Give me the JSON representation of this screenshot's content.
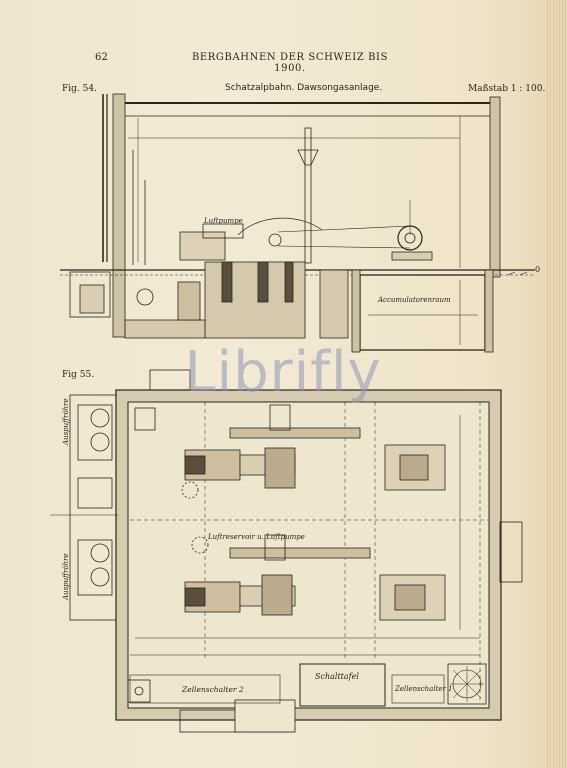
{
  "header": {
    "page_number": "62",
    "running_title": "BERGBAHNEN DER SCHWEIZ BIS 1900."
  },
  "fig54": {
    "label": "Fig. 54.",
    "caption": "Schatzalpbahn. Dawsongasanlage.",
    "scale": "Maßstab 1 : 100.",
    "labels": {
      "air_pump": "Luftpumpe",
      "accumulator_room": "Accumulatorenraum",
      "ground_zero": "0"
    }
  },
  "fig55": {
    "label": "Fig 55.",
    "labels": {
      "exhaust_pipe_top": "Auspuffröhre",
      "exhaust_pipe_bottom": "Auspuffröhre",
      "air_reservoir": "Luftreservoir u. Luftpumpe",
      "switchboard": "Schalttafel",
      "cell_switch_2": "Zellenschalter 2",
      "cell_switch_1": "Zellenschalter 1"
    }
  },
  "watermark": "Librifly"
}
